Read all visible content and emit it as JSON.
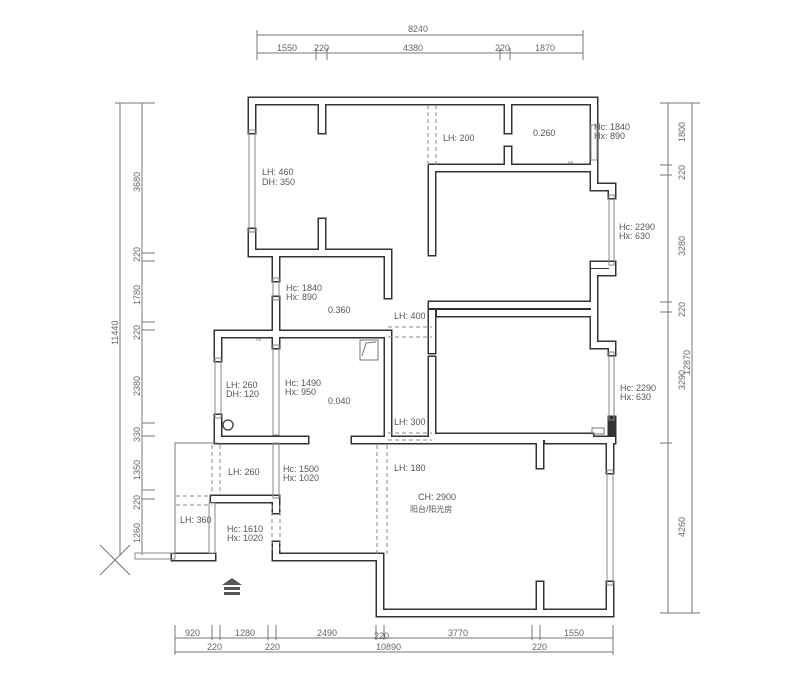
{
  "dimensions": {
    "top": {
      "total": "8240",
      "segments": [
        "1550",
        "220",
        "4380",
        "220",
        "1870"
      ]
    },
    "left": {
      "total": "11440",
      "segments": [
        "3680",
        "220",
        "1780",
        "220",
        "2380",
        "330",
        "1350",
        "220",
        "1260"
      ]
    },
    "right": {
      "total": "12870",
      "segments": [
        "1800",
        "220",
        "3280",
        "220",
        "3290",
        "4260"
      ]
    },
    "bottom": {
      "total": "10890",
      "segments": [
        "920",
        "1280",
        "2490",
        "220",
        "3770",
        "1550"
      ],
      "walls": [
        "220",
        "220",
        "220"
      ]
    }
  },
  "labels": {
    "living_lh": "LH: 460",
    "living_dh": "DH: 350",
    "corridor_lh": "LH: 200",
    "bath1_level": "0.260",
    "bath1_hc": "Hc: 1840",
    "bath1_hx": "Hx: 890",
    "bed1_hc": "Hc: 2290",
    "bed1_hx": "Hx: 630",
    "bath2_hc": "Hc: 1840",
    "bath2_hx": "Hx: 890",
    "bath2_level": "0.360",
    "door1_lh": "LH: 400",
    "kitchen_lh": "LH: 260",
    "kitchen_dh": "DH: 120",
    "kitchen_hc": "Hc: 1490",
    "kitchen_hx": "Hx: 950",
    "kitchen_level": "0.040",
    "bed2_hc": "Hc: 2290",
    "bed2_hx": "Hx: 630",
    "door2_lh": "LH: 300",
    "balcony_lh": "LH: 260",
    "balcony_hc": "Hc: 1500",
    "balcony_hx": "Hx: 1020",
    "hall_lh": "LH: 180",
    "room_ch": "CH: 2900",
    "room_note": "阳台/阳光房",
    "entry_lh": "LH: 360",
    "entry_hc": "Hc: 1610",
    "entry_hx": "Hx: 1020"
  }
}
